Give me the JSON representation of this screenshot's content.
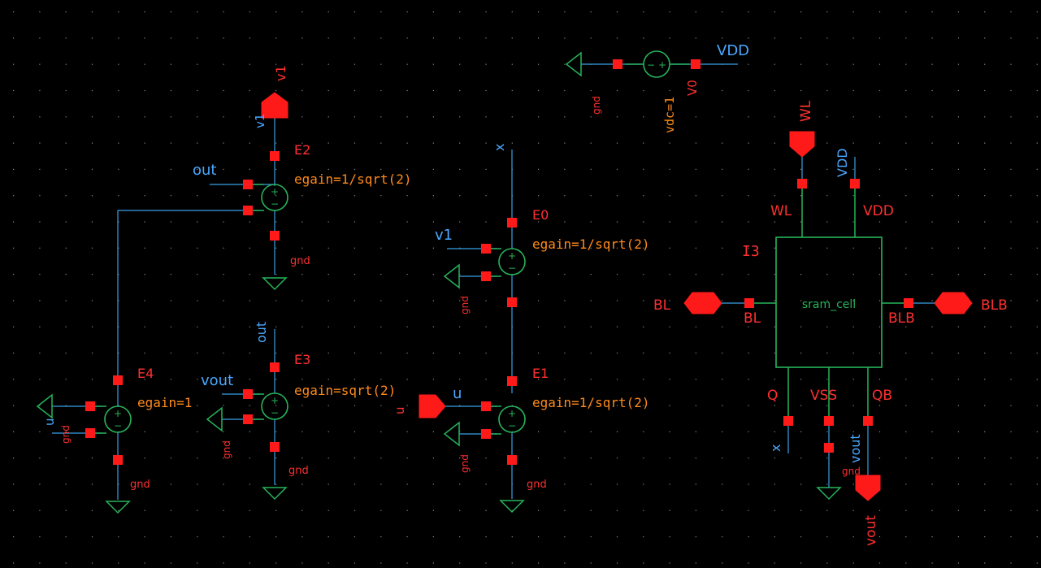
{
  "colors": {
    "background": "#000000",
    "wire": "#3aa0e6",
    "body": "#27b45a",
    "pin": "#ff1a1a",
    "label": "#ff3030",
    "param": "#ff8a1a",
    "net": "#4aa8ff",
    "grid_dot": "#8a8a8a"
  },
  "labels": {
    "E2": "E2",
    "E2_gain": "egain=1/sqrt(2)",
    "E2_gnd": "gnd",
    "out_net": "out",
    "v1_pin": "v1",
    "v1_net": "v1",
    "E3": "E3",
    "E3_gain": "egain=sqrt(2)",
    "E3_gnd": "gnd",
    "E3_out_net": "out",
    "vout_net": "vout",
    "E3_ctrl_gnd": "gnd",
    "E4": "E4",
    "E4_gain": "egain=1",
    "E4_gnd": "gnd",
    "E4_ctrl_gnd": "gnd",
    "u_net_left": "u",
    "E0": "E0",
    "E0_gain": "egain=1/sqrt(2)",
    "E0_v1_net": "v1",
    "E0_ctrl_gnd": "gnd",
    "x_net_top": "x",
    "E1": "E1",
    "E1_gain": "egain=1/sqrt(2)",
    "E1_gnd": "gnd",
    "E1_ctrl_gnd": "gnd",
    "u_net": "u",
    "u_pin": "u",
    "V0": "V0",
    "V0_param": "vdc=1",
    "V0_gnd": "gnd",
    "VDD_net_top": "VDD",
    "I3": "I3",
    "sram_cell": "sram_cell",
    "WL_pin": "WL",
    "WL_port": "WL",
    "VDD_net": "VDD",
    "VDD_port": "VDD",
    "BL_pin": "BL",
    "BL_port": "BL",
    "BLB_pin": "BLB",
    "BLB_port": "BLB",
    "Q_port": "Q",
    "VSS_port": "VSS",
    "QB_port": "QB",
    "x_net_bottom": "x",
    "vss_gnd": "gnd",
    "vout_net_bottom": "vout",
    "vout_pin": "vout"
  }
}
